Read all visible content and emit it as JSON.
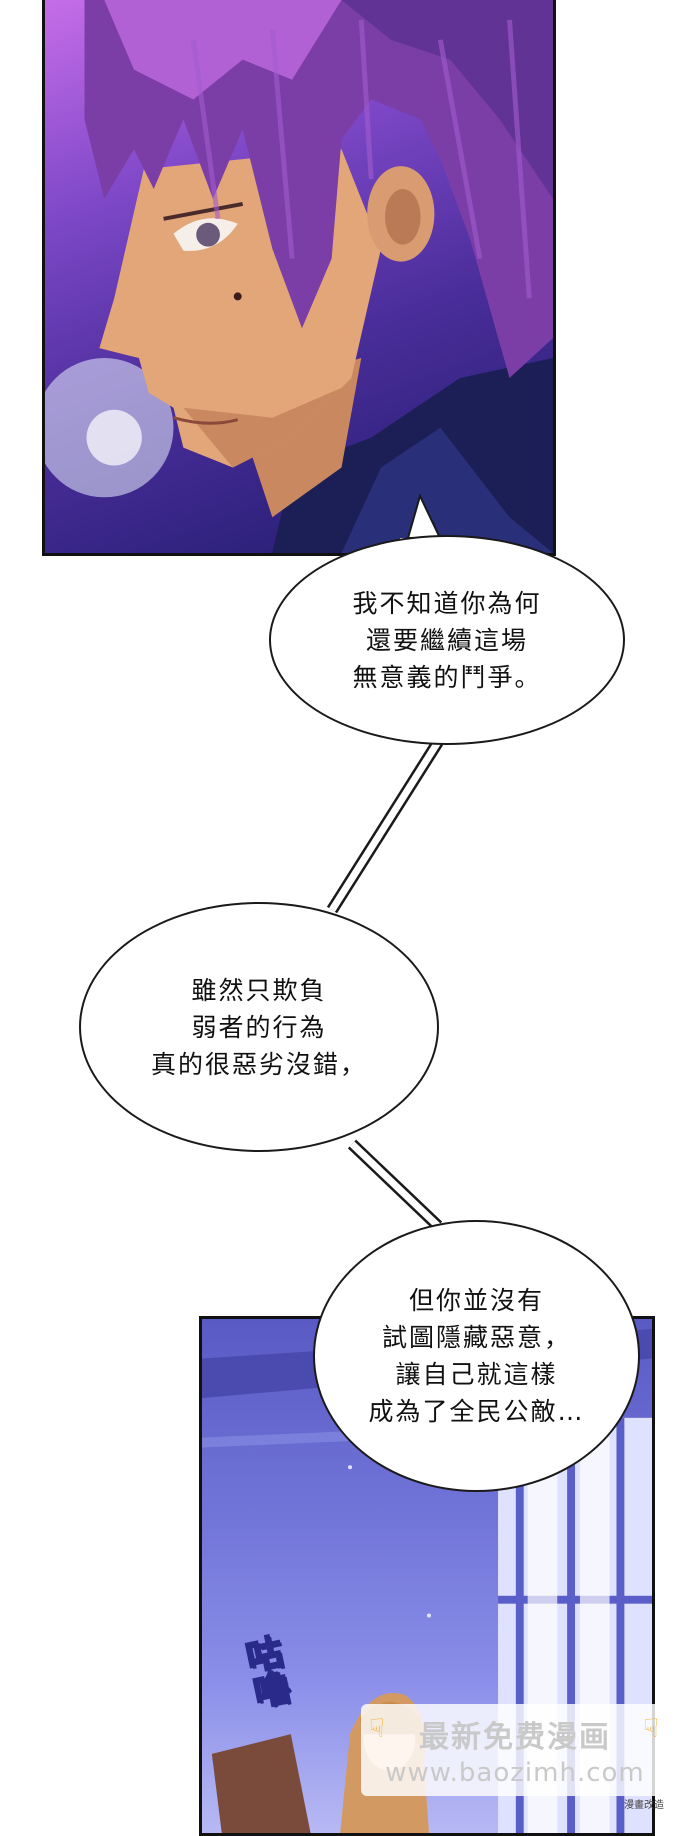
{
  "bubbles": [
    {
      "lines": [
        "我不知道你為何",
        "還要繼續這場",
        "無意義的鬥爭。"
      ]
    },
    {
      "lines": [
        "雖然只欺負",
        "弱者的行為",
        "真的很惡劣沒錯，"
      ]
    },
    {
      "lines": [
        "但你並沒有",
        "試圖隱藏惡意，",
        "讓自己就這樣",
        "成為了全民公敵…"
      ]
    }
  ],
  "sfx": "咕嚕",
  "watermark": {
    "title": "最新免费漫画",
    "url": "www.baozimh.com",
    "hand_icon": "pointing-hand-icon"
  },
  "credit": "漫畫改造",
  "colors": {
    "panel_top": "#6a3fb8",
    "panel_bottom": "#7a7fe0",
    "border": "#111111"
  }
}
